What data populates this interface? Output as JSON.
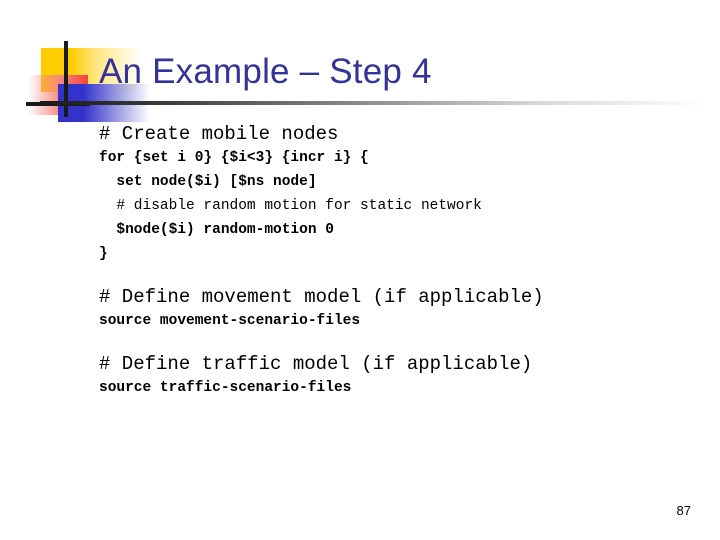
{
  "slide": {
    "title": "An Example – Step 4",
    "page_number": "87",
    "title_color": "#333399",
    "background_color": "#ffffff",
    "logo": {
      "yellow_color": "#ffcc00",
      "red_color": "#f4433a",
      "blue_color": "#3333cc",
      "rule_color": "#1a1a1a"
    }
  },
  "code": {
    "blocks": [
      {
        "lines": [
          {
            "style": "comment",
            "text": "# Create mobile nodes"
          },
          {
            "style": "code",
            "text": "for {set i 0} {$i<3} {incr i} {"
          },
          {
            "style": "code",
            "text": "  set node($i) [$ns node]"
          },
          {
            "style": "comment_small",
            "text": "  # disable random motion for static network"
          },
          {
            "style": "code",
            "text": "  $node($i) random-motion 0"
          },
          {
            "style": "code",
            "text": "}"
          }
        ]
      },
      {
        "lines": [
          {
            "style": "comment",
            "text": "# Define movement model (if applicable)"
          },
          {
            "style": "code",
            "text": "source movement-scenario-files"
          }
        ]
      },
      {
        "lines": [
          {
            "style": "comment",
            "text": "# Define traffic model (if applicable)"
          },
          {
            "style": "code",
            "text": "source traffic-scenario-files"
          }
        ]
      }
    ]
  }
}
